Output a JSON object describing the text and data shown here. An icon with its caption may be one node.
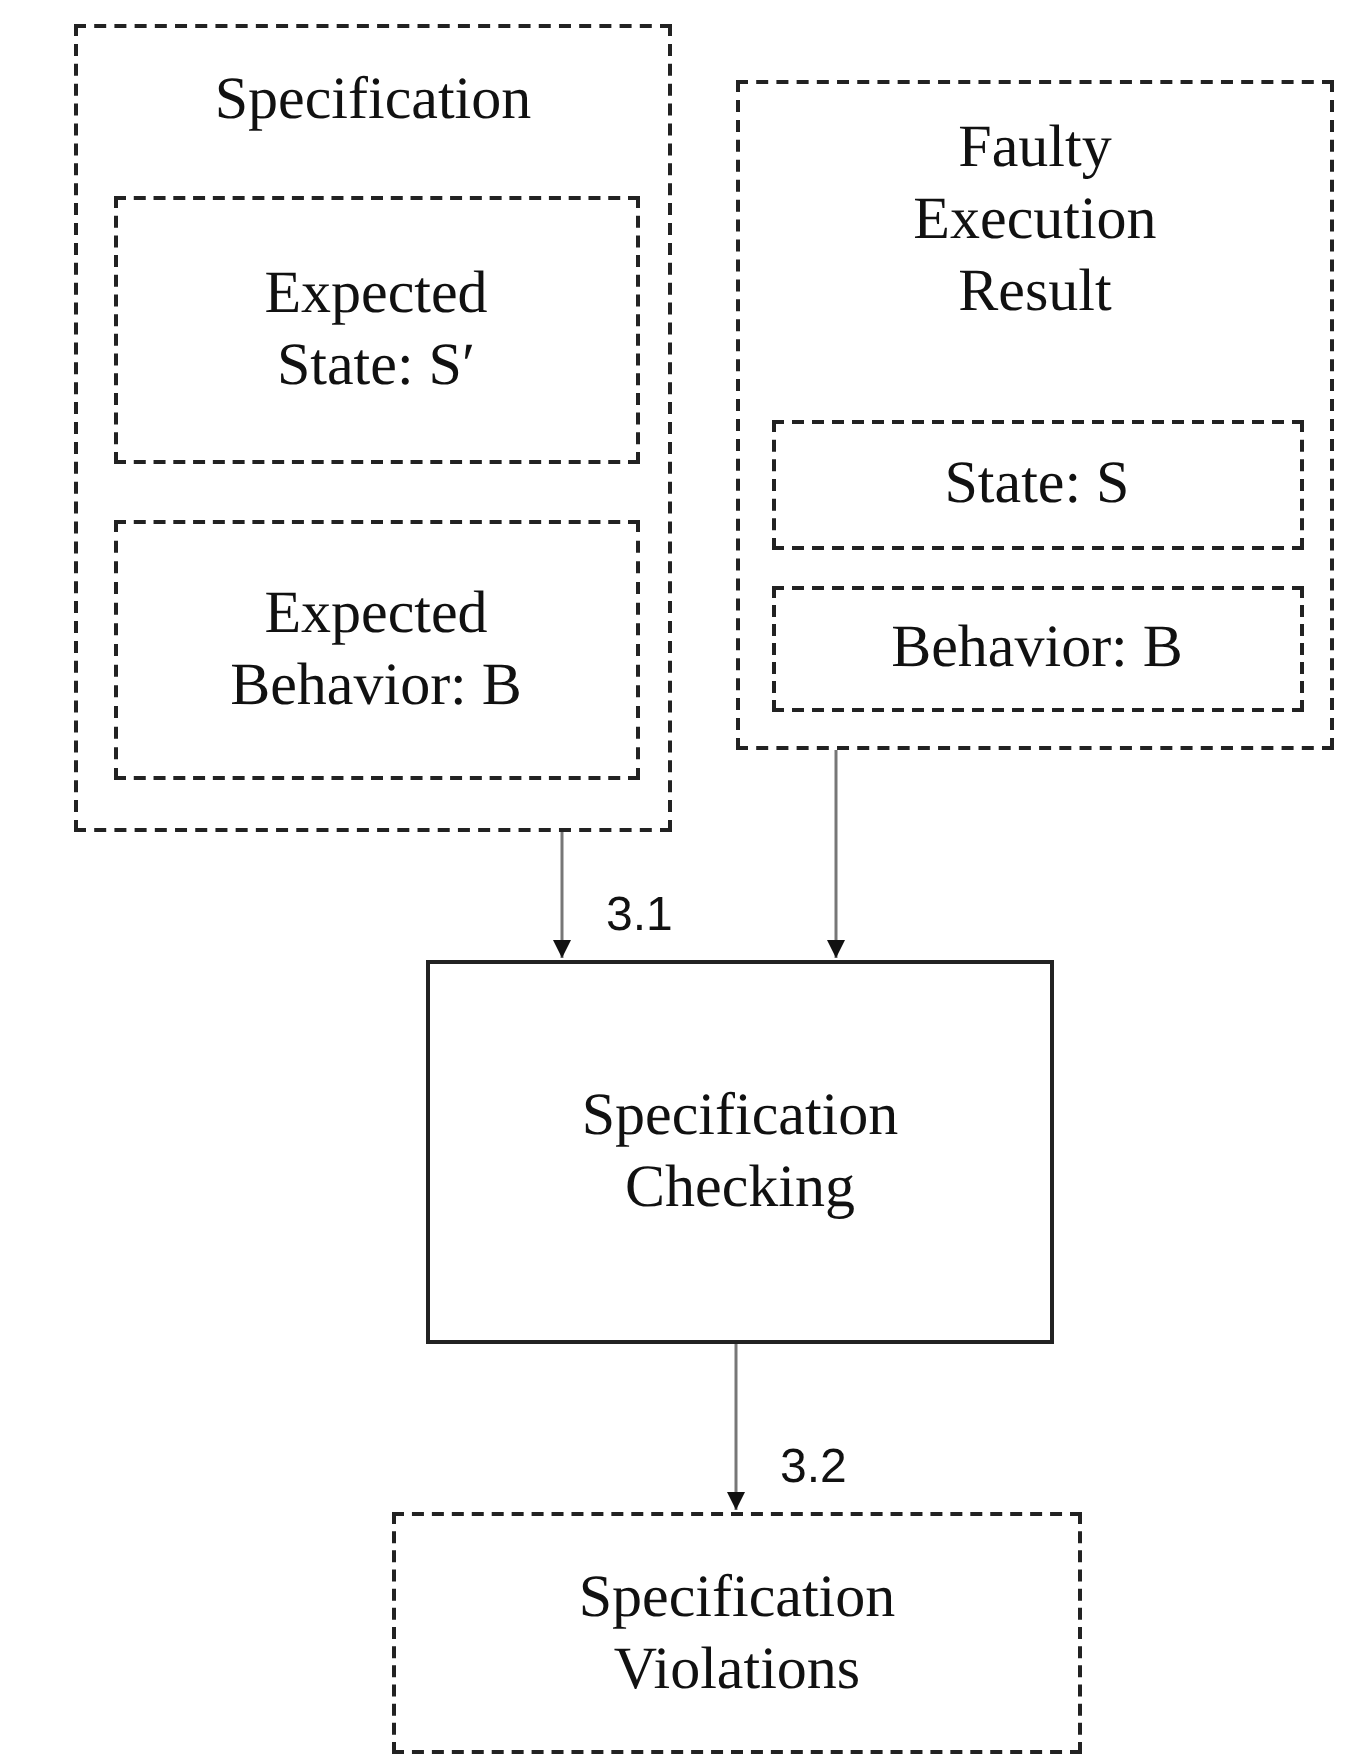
{
  "diagram": {
    "nodes": [
      {
        "text": [
          "Specification"
        ]
      },
      {
        "text": [
          "Expected State: S′"
        ],
        "in": 0
      },
      {
        "text": [
          "Expected Behavior: B"
        ],
        "in": 0
      },
      {
        "text": [
          "Faulty Execution Result"
        ]
      },
      {
        "text": [
          "State: S"
        ],
        "in": 3
      },
      {
        "text": [
          "Behavior: B"
        ],
        "in": 3
      },
      {
        "text": [
          "Specification Checking"
        ]
      },
      {
        "text": [
          "Specification Violations"
        ]
      }
    ],
    "edges": [
      {
        "from": 0,
        "to": 6,
        "arrow": "to",
        "label": "3.1"
      },
      {
        "from": 3,
        "to": 6,
        "arrow": "to"
      },
      {
        "from": 6,
        "to": 7,
        "arrow": "to",
        "label": "3.2"
      }
    ]
  }
}
